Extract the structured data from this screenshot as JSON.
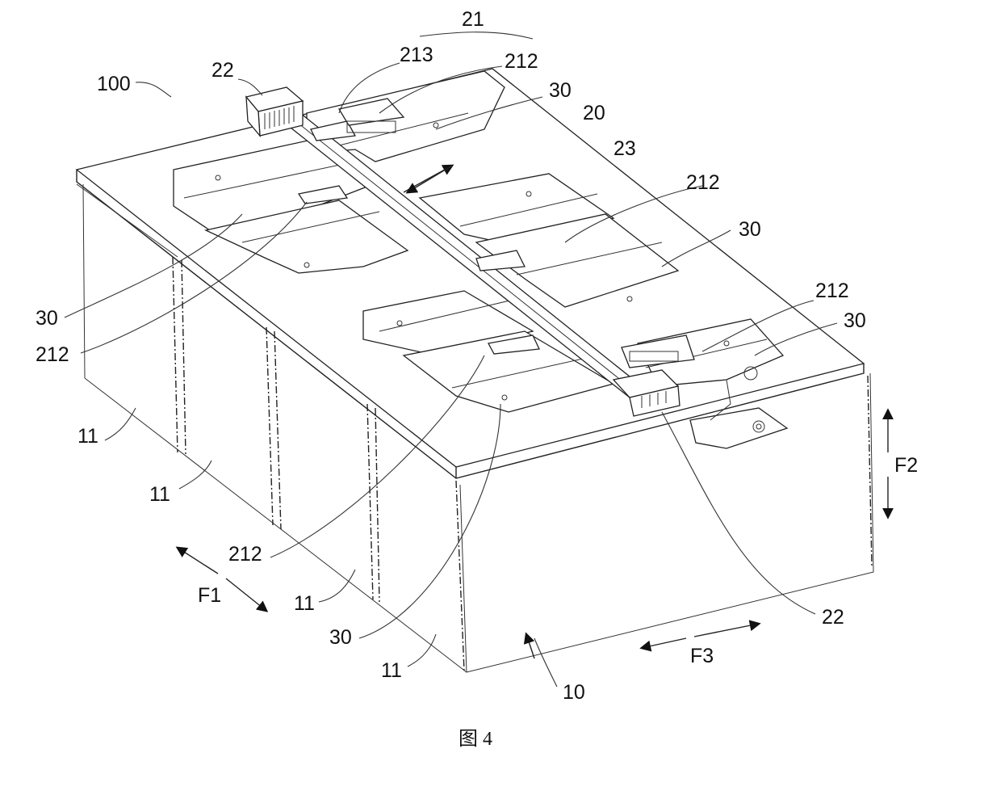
{
  "figure": {
    "caption": "图 4",
    "labels": {
      "l100": "100",
      "l21": "21",
      "l22_top": "22",
      "l213": "213",
      "l212_top": "212",
      "l30_top": "30",
      "l20": "20",
      "l23": "23",
      "l212_right": "212",
      "l30_right": "30",
      "l30_left": "30",
      "l212_left": "212",
      "l212_mid_right": "212",
      "l30_far_right": "30",
      "l11_a": "11",
      "l11_b": "11",
      "l11_c": "11",
      "l11_d": "11",
      "l212_bottom": "212",
      "l30_bottom": "30",
      "l22_bottom": "22",
      "l10": "10",
      "F1": "F1",
      "F2": "F2",
      "F3": "F3"
    }
  }
}
